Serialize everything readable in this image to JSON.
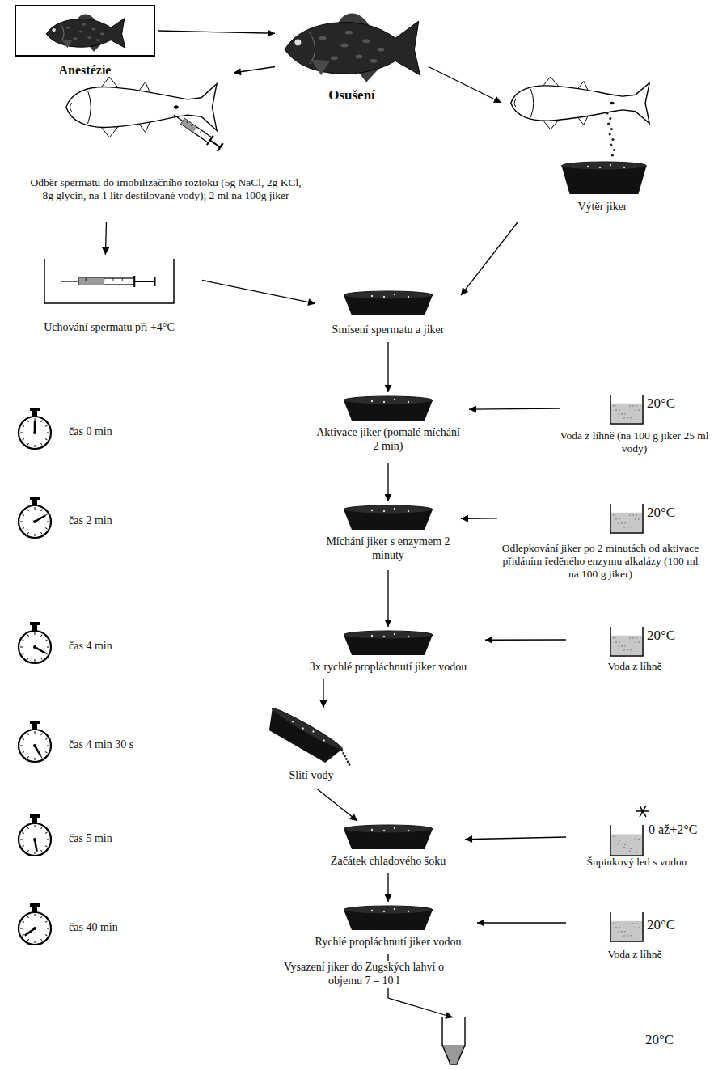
{
  "diagram": {
    "nodes": [
      {
        "text": [
          "Anestézie"
        ]
      },
      {
        "text": [
          "Osušení"
        ]
      },
      {
        "text": [
          "Odběr spermatu do imobilizačního roztoku (5g NaCl, 2g KCl, 8g glycin, na 1 litr destilované vody); 2 ml na 100g jiker"
        ]
      },
      {
        "text": [
          "Výtěr jiker"
        ]
      },
      {
        "text": [
          "Uchování spermatu při +4°C"
        ]
      },
      {
        "text": [
          "Smísení spermatu a jiker"
        ]
      },
      {
        "text": [
          "Aktivace jiker (pomalé míchání 2 min)"
        ]
      },
      {
        "text": [
          "20°C",
          "Voda z líhně (na 100 g jiker 25 ml vody)"
        ]
      },
      {
        "text": [
          "Míchání jiker s enzymem 2 minuty"
        ]
      },
      {
        "text": [
          "20°C",
          "Odlepkování jiker po 2 minutách od aktivace přidáním ředěného enzymu alkalázy (100 ml na 100 g jiker)"
        ]
      },
      {
        "text": [
          "3x rychlé propláchnutí jiker vodou"
        ]
      },
      {
        "text": [
          "20°C",
          "Voda z líhně"
        ]
      },
      {
        "text": [
          "Slití vody"
        ]
      },
      {
        "text": [
          "Začátek chladového šoku"
        ]
      },
      {
        "text": [
          "0 až+2°C",
          "Šupinkový led s vodou"
        ]
      },
      {
        "text": [
          "Rychlé propláchnutí jiker vodou"
        ]
      },
      {
        "text": [
          "20°C",
          "Voda z líhně"
        ]
      },
      {
        "text": [
          "20°C"
        ]
      }
    ],
    "edges": [
      {
        "from": 0,
        "to": 1,
        "arrow": "to"
      },
      {
        "from": 1,
        "to": 2,
        "arrow": "to"
      },
      {
        "from": 1,
        "to": 3,
        "arrow": "to"
      },
      {
        "from": 2,
        "to": 4,
        "arrow": "to"
      },
      {
        "from": 4,
        "to": 5,
        "arrow": "to"
      },
      {
        "from": 3,
        "to": 5,
        "arrow": "to"
      },
      {
        "from": 5,
        "to": 6,
        "arrow": "to"
      },
      {
        "from": 7,
        "to": 6,
        "arrow": "to"
      },
      {
        "from": 6,
        "to": 8,
        "arrow": "to"
      },
      {
        "from": 9,
        "to": 8,
        "arrow": "to"
      },
      {
        "from": 8,
        "to": 10,
        "arrow": "to"
      },
      {
        "from": 11,
        "to": 10,
        "arrow": "to"
      },
      {
        "from": 10,
        "to": 12,
        "arrow": "to"
      },
      {
        "from": 12,
        "to": 13,
        "arrow": "to"
      },
      {
        "from": 14,
        "to": 13,
        "arrow": "to"
      },
      {
        "from": 13,
        "to": 15,
        "arrow": "to"
      },
      {
        "from": 16,
        "to": 15,
        "arrow": "to"
      },
      {
        "from": 15,
        "to": 17,
        "label": "Vysazení jiker do Zugských lahví o objemu 7 – 10 l",
        "arrow": "to"
      }
    ],
    "labels": [
      "čas 0 min",
      "čas 2 min",
      "čas 4 min",
      "čas 4 min 30 s",
      "čas 5 min",
      "čas 40 min"
    ]
  }
}
